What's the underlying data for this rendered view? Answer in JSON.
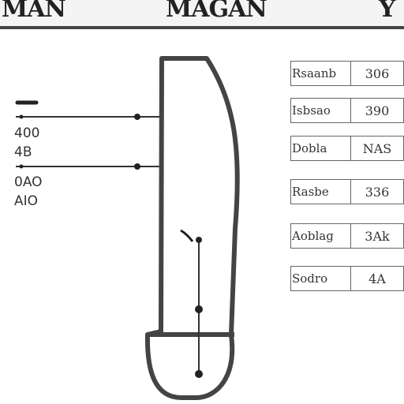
{
  "header": {
    "title_left": "MAN",
    "title_center": "MAGAN",
    "title_right": "Y"
  },
  "left_labels": [
    "400",
    "4B",
    "0AO",
    "AIO"
  ],
  "table": {
    "rows": [
      {
        "label": "Rsaanb",
        "value": "306"
      },
      {
        "label": "Isbsao",
        "value": "390"
      },
      {
        "label": "Dobla",
        "value": "NAS"
      },
      {
        "label": "Rasbe",
        "value": "336"
      },
      {
        "label": "Aoblag",
        "value": "3Ak"
      },
      {
        "label": "Sodro",
        "value": "4A"
      }
    ]
  },
  "colors": {
    "header_bar": "#444444",
    "outline": "#444444",
    "line": "#333333"
  }
}
